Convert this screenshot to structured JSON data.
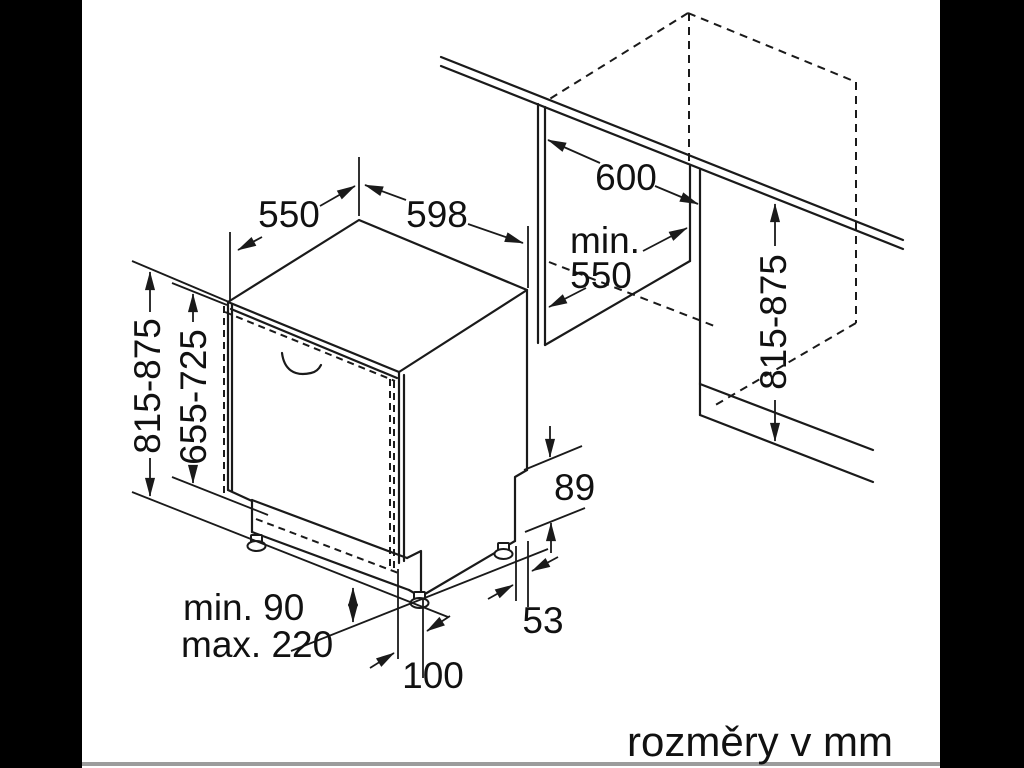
{
  "title": "dishwasher-installation-dimension-diagram",
  "caption": "rozměry v mm",
  "labels": {
    "top_depth": "550",
    "top_width": "598",
    "cabinet_depth": "600",
    "niche_min_label": "min.",
    "niche_min_value": "550",
    "appliance_height": "815-875",
    "door_height": "655-725",
    "niche_height": "815-875",
    "rear_clearance": "89",
    "rear_offset": "53",
    "front_offset": "100",
    "plinth_min": "min. 90",
    "plinth_max": "max. 220"
  },
  "colors": {
    "background": "#ffffff",
    "letterbox": "#000000",
    "line": "#1a1a1a",
    "text": "#111111",
    "footer_line": "#9c9c9c"
  }
}
